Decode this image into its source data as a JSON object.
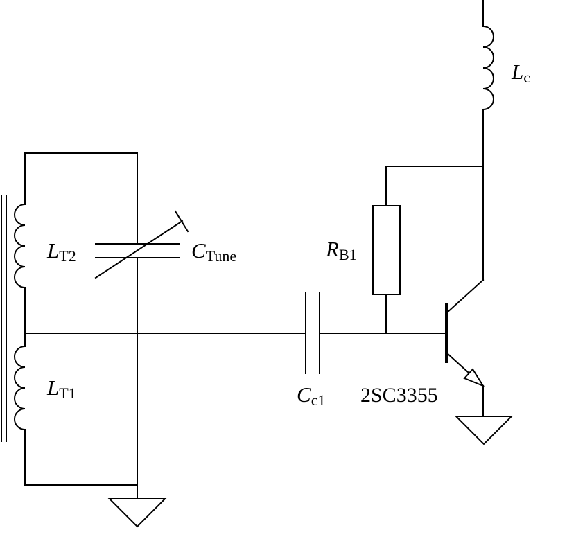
{
  "labels": {
    "lc": {
      "main": "L",
      "sub": "c"
    },
    "lt2": {
      "main": "L",
      "sub": "T2"
    },
    "ctune": {
      "main": "C",
      "sub": "Tune"
    },
    "rb1": {
      "main": "R",
      "sub": "B1"
    },
    "lt1": {
      "main": "L",
      "sub": "T1"
    },
    "cc1": {
      "main": "C",
      "sub": "c1"
    },
    "transistor": "2SC3355"
  }
}
